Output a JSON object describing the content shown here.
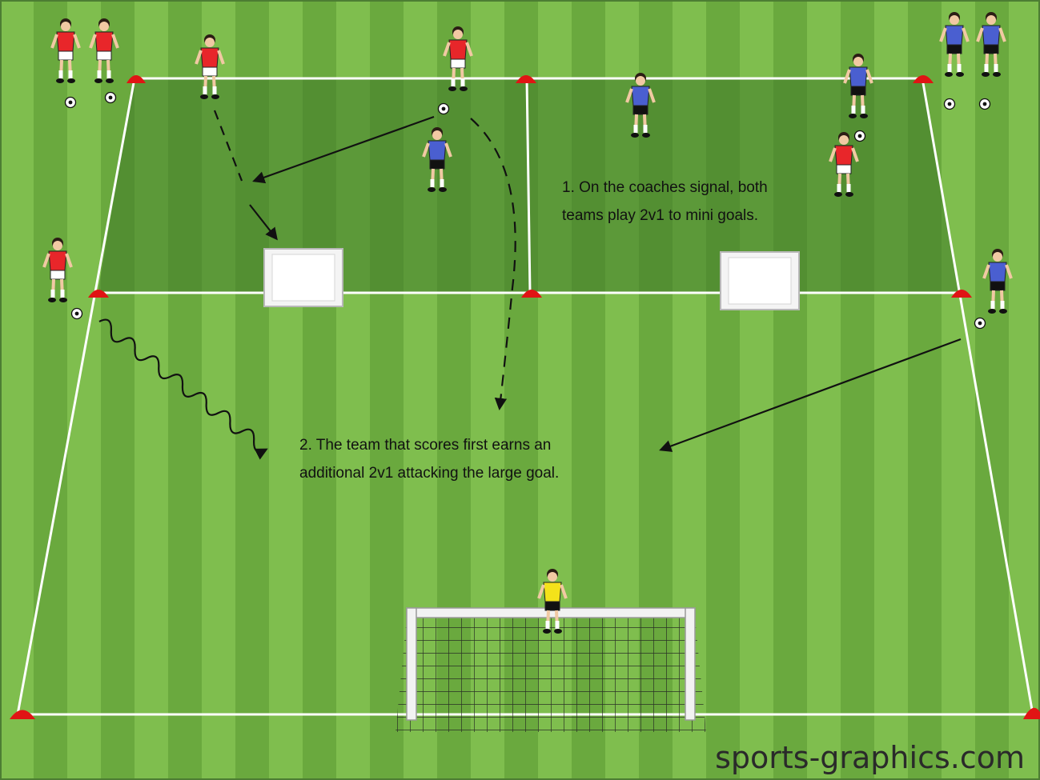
{
  "instructions": {
    "step1_line1": "1. On the coaches signal, both",
    "step1_line2": "teams play 2v1 to mini goals.",
    "step2_line1": "2. The team that scores first earns an",
    "step2_line2": "additional 2v1 attacking the large goal."
  },
  "credit": "sports-graphics.com",
  "colors": {
    "turf_light": "#7fbe4e",
    "turf_dark": "#6aa93e",
    "zone_shade": "#3f7a28",
    "red_team": "#e8262a",
    "blue_team": "#4a5fd0",
    "goalkeeper": "#f4e21a",
    "cone": "#e01414"
  }
}
